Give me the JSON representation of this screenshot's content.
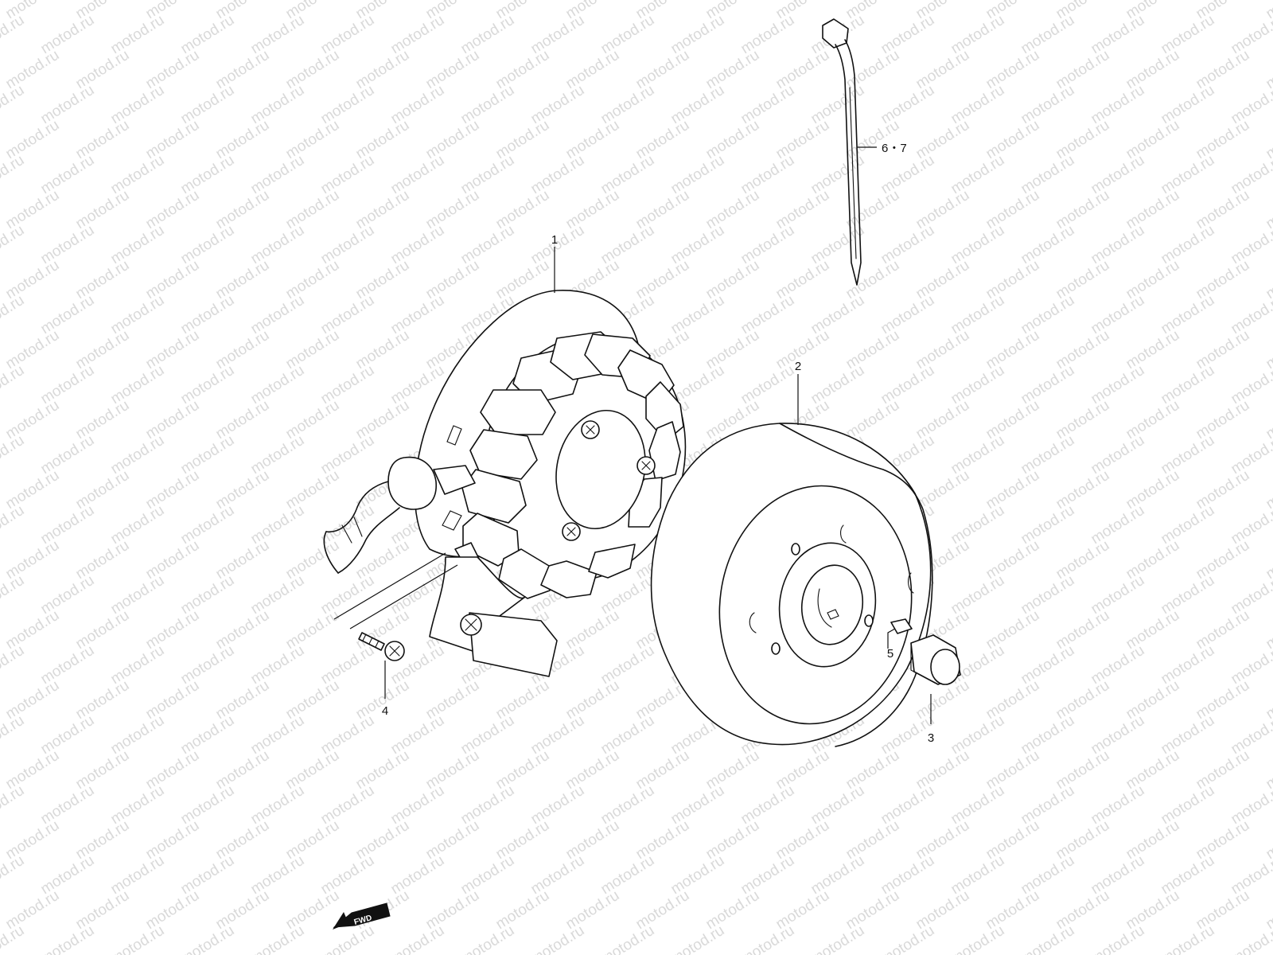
{
  "watermark": "motod.ru",
  "callouts": {
    "p1": "1",
    "p2": "2",
    "p3": "3",
    "p4": "4",
    "p5": "5",
    "p67": "6・7"
  },
  "direction_badge": "FWD",
  "colors": {
    "line": "#111111",
    "background": "#ffffff",
    "watermark": "#d9d9d9"
  }
}
